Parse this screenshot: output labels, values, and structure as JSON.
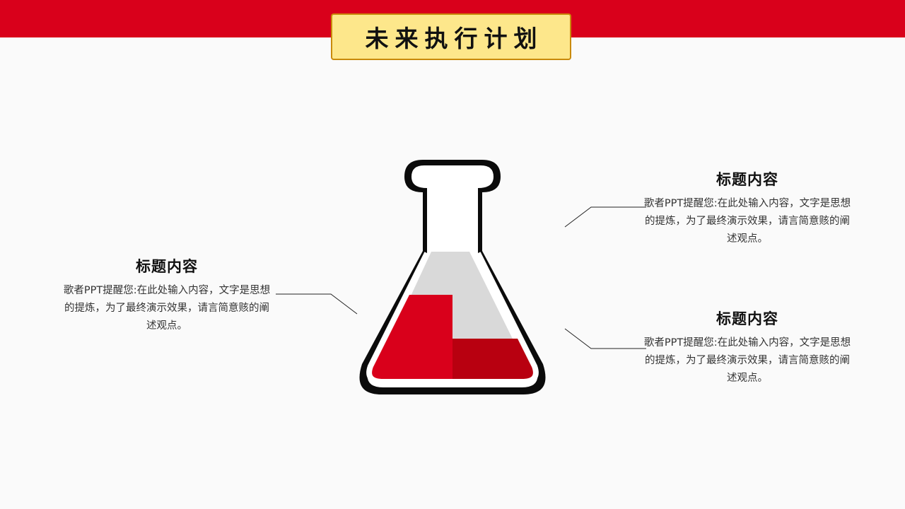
{
  "slide": {
    "title": "未来执行计划"
  },
  "blocks": {
    "left": {
      "title": "标题内容",
      "body": "歌者PPT提醒您:在此处输入内容，文字是思想的提炼，为了最终演示效果，请言简意赅的阐述观点。"
    },
    "right_top": {
      "title": "标题内容",
      "body": "歌者PPT提醒您:在此处输入内容，文字是思想的提炼，为了最终演示效果，请言简意赅的阐述观点。"
    },
    "right_bottom": {
      "title": "标题内容",
      "body": "歌者PPT提醒您:在此处输入内容，文字是思想的提炼，为了最终演示效果，请言简意赅的阐述观点。"
    }
  },
  "colors": {
    "header_red": "#d9001b",
    "title_box_fill": "#fde78b",
    "title_box_border": "#c98a0b",
    "liquid_red": "#d9001b",
    "liquid_dark_red": "#b80010",
    "liquid_grey": "#d9d9d9",
    "outline": "#0b0b0b"
  },
  "icons": {
    "flask": "erlenmeyer-flask-icon"
  }
}
